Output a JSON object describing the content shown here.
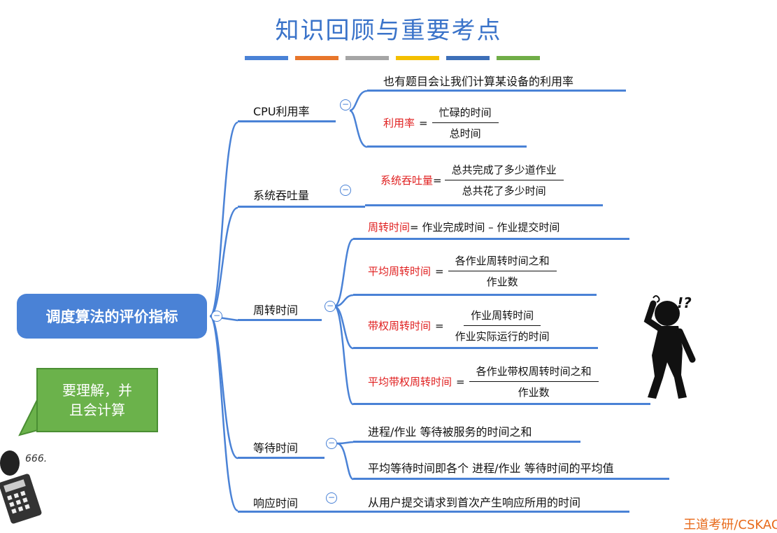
{
  "title": "知识回顾与重要考点",
  "color_bars": [
    "#4a82d6",
    "#e8762b",
    "#a5a5a5",
    "#f4bf00",
    "#3d6fb8",
    "#70ad47"
  ],
  "root": "调度算法的评价指标",
  "bubble": {
    "line1": "要理解，并",
    "line2": "且会计算"
  },
  "calculator_badge": "666.",
  "confused_mark": "!?",
  "watermark": "王道考研/CSKAO",
  "branches": {
    "cpu": {
      "label": "CPU利用率",
      "note": "也有题目会让我们计算某设备的利用率",
      "formula": {
        "name": "利用率",
        "eq": " = ",
        "num": "忙碌的时间",
        "den": "总时间"
      }
    },
    "throughput": {
      "label": "系统吞吐量",
      "formula": {
        "name": "系统吞吐量",
        "eq": "=",
        "num": "总共完成了多少道作业",
        "den": "总共花了多少时间"
      }
    },
    "turnaround": {
      "label": "周转时间",
      "f1": {
        "name": "周转时间",
        "rest": " = 作业完成时间 – 作业提交时间"
      },
      "f2": {
        "name": "平均周转时间",
        "eq": " = ",
        "num": "各作业周转时间之和",
        "den": "作业数"
      },
      "f3": {
        "name": "带权周转时间",
        "eq": " = ",
        "num": "作业周转时间",
        "den": "作业实际运行的时间"
      },
      "f4": {
        "name": "平均带权周转时间",
        "eq": " = ",
        "num": "各作业带权周转时间之和",
        "den": "作业数"
      }
    },
    "waiting": {
      "label": "等待时间",
      "item1": "进程/作业 等待被服务的时间之和",
      "item2": "平均等待时间即各个 进程/作业 等待时间的平均值"
    },
    "response": {
      "label": "响应时间",
      "item1": "从用户提交请求到首次产生响应所用的时间"
    }
  }
}
